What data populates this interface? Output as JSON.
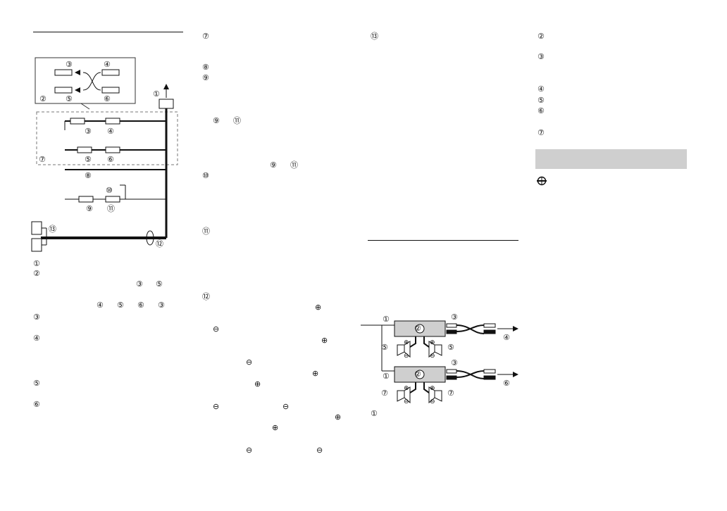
{
  "glyphs": {
    "n1": "①",
    "n2": "②",
    "n3": "③",
    "n4": "④",
    "n5": "⑤",
    "n6": "⑥",
    "n7": "⑦",
    "n8": "⑧",
    "n9": "⑨",
    "n10": "⑩",
    "n11": "⑪",
    "n12": "⑫",
    "n13": "⑬",
    "plus": "⊕",
    "minus": "⊖",
    "arrow": "→"
  }
}
